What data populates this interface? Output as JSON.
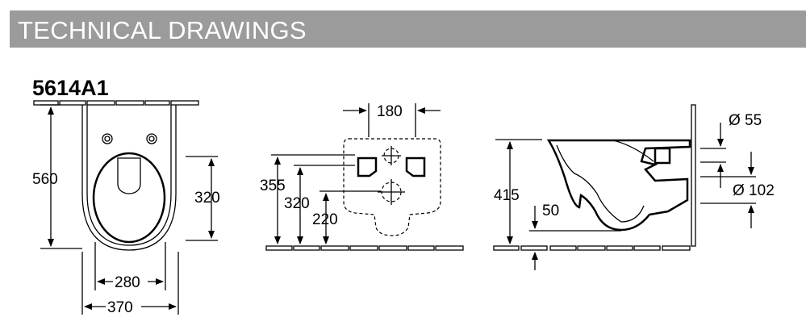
{
  "header": {
    "title": "TECHNICAL DRAWINGS"
  },
  "model": "5614A1",
  "top_view": {
    "depth": "560",
    "opening_depth": "320",
    "inner_width": "280",
    "outer_width": "370"
  },
  "wall_view": {
    "spacing": "180",
    "h1": "355",
    "h2": "320",
    "h3": "220"
  },
  "side_view": {
    "height": "415",
    "trap_offset": "50",
    "inlet_diameter": "Ø 55",
    "outlet_diameter": "Ø 102"
  },
  "colors": {
    "header_bg": "#9b9b9b",
    "header_text": "#ffffff"
  }
}
